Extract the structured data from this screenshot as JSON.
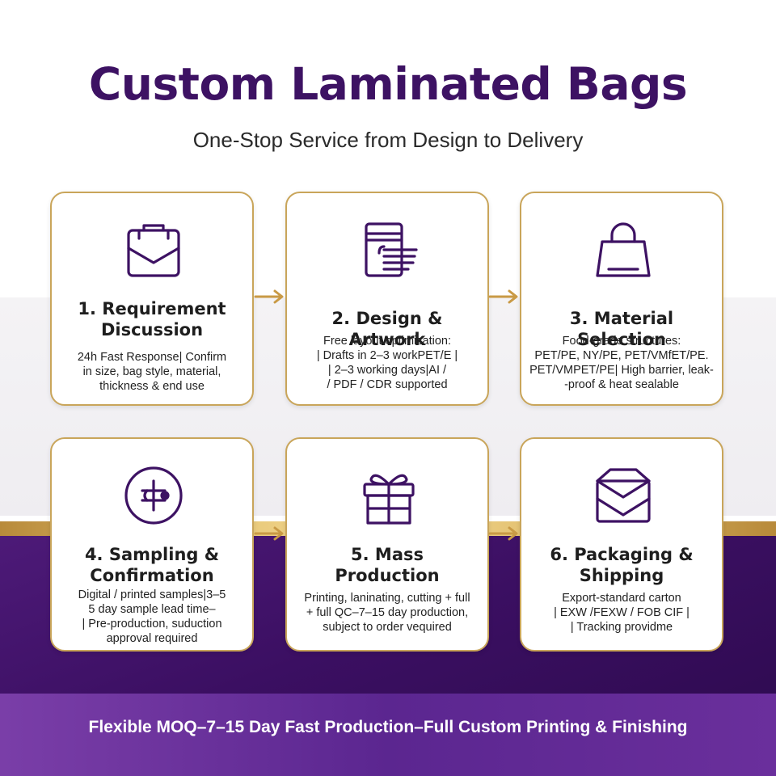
{
  "header": {
    "title": "Custom Laminated Bags",
    "subtitle": "One-Stop Service from Design to Delivery"
  },
  "colors": {
    "primary_purple": "#3d1263",
    "gold_border": "#c9a55a",
    "gold_arrow": "#c99a45",
    "footer_purple": "#5b2690"
  },
  "steps": [
    {
      "icon": "shopping-bag-envelope-icon",
      "title_line1": "1. Requirement",
      "title_line2": "Discussion",
      "desc_lines": [
        "24h Fast Response| Confirm",
        "in size, bag style, material,",
        "thickness & end use"
      ]
    },
    {
      "icon": "document-layout-icon",
      "title_line1": "2. Design & Artwork",
      "title_line2": "",
      "desc_lines": [
        "Free layout optimization:",
        "| Drafts in 2–3 workPET/E |",
        "| 2–3 working days|AI /",
        "/ PDF / CDR supported"
      ]
    },
    {
      "icon": "handbag-icon",
      "title_line1": "3. Material Selection",
      "title_line2": "",
      "desc_lines": [
        "Food-grade structures:",
        "PET/PE, NY/PE, PET/VMfET/PE.",
        "PET/VMPET/PE| High barrier, leak-",
        "-proof & heat sealable"
      ]
    },
    {
      "icon": "sample-check-circle-icon",
      "title_line1": "4. Sampling &",
      "title_line2": "Confirmation",
      "desc_lines": [
        "Digital / printed samples|3–5",
        "5 day sample lead time–",
        "| Pre-production, suduction",
        "approval required"
      ]
    },
    {
      "icon": "gift-box-icon",
      "title_line1": "5. Mass",
      "title_line2": "Production",
      "desc_lines": [
        "Printing, laninating, cutting + full",
        "+ full QC–7–15 day production,",
        "subject to order vequired"
      ]
    },
    {
      "icon": "package-box-icon",
      "title_line1": "6. Packaging &",
      "title_line2": "Shipping",
      "desc_lines": [
        "Export-standard carton",
        "| EXW /FEXW / FOB CIF |",
        "| Tracking providme"
      ]
    }
  ],
  "footer": {
    "text": "Flexible MOQ–7–15 Day Fast Production–Full Custom Printing & Finishing"
  }
}
